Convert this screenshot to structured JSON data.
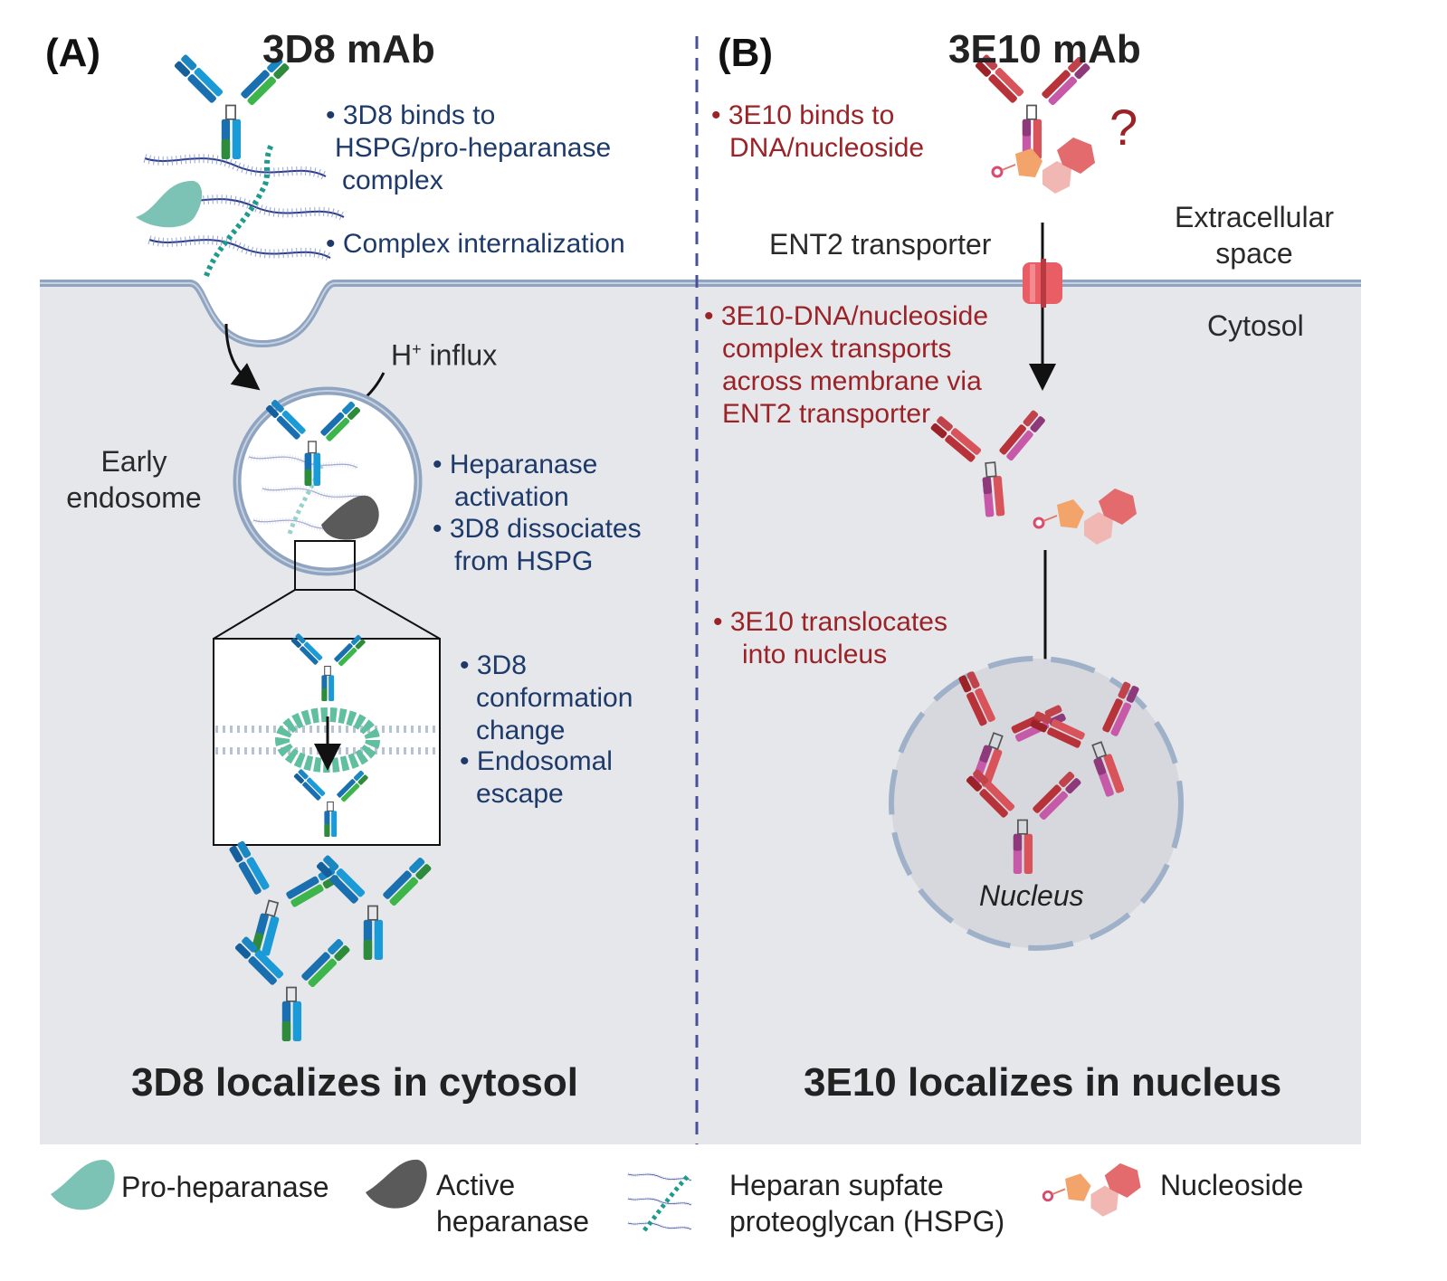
{
  "panel_a": {
    "label": "(A)",
    "title": "3D8 mAb",
    "bullets_top": [
      "3D8 binds to",
      "HSPG/pro-heparanase",
      "complex"
    ],
    "bullet_internalization": "Complex internalization",
    "h_influx": "H",
    "h_influx_sup": "+",
    "h_influx_rest": " influx",
    "early_endosome": [
      "Early",
      "endosome"
    ],
    "heparanase_activation": [
      "Heparanase",
      "activation"
    ],
    "dissociates": [
      "3D8 dissociates",
      "from HSPG"
    ],
    "conformation": [
      "3D8",
      "conformation",
      "change"
    ],
    "escape": [
      "Endosomal",
      "escape"
    ],
    "bottom_title": "3D8 localizes in cytosol"
  },
  "panel_b": {
    "label": "(B)",
    "title": "3E10 mAb",
    "binds": [
      "3E10 binds to",
      "DNA/nucleoside"
    ],
    "question": "?",
    "ent2": "ENT2 transporter",
    "extracellular": [
      "Extracellular",
      "space"
    ],
    "cytosol": "Cytosol",
    "transport": [
      "3E10-DNA/nucleoside",
      "complex transports",
      "across membrane via",
      "ENT2 transporter"
    ],
    "translocates": [
      "3E10 translocates",
      "into nucleus"
    ],
    "nucleus": "Nucleus",
    "bottom_title": "3E10 localizes in nucleus"
  },
  "legend": {
    "pro_heparanase": "Pro-heparanase",
    "active_heparanase": [
      "Active",
      "heparanase"
    ],
    "hspg": [
      "Heparan supfate",
      "proteoglycan (HSPG)"
    ],
    "nucleoside": "Nucleoside"
  },
  "colors": {
    "cytosol_bg": "#e6e7eb",
    "membrane": "#8fa4c0",
    "blue_text": "#1d3a6b",
    "red_text": "#9b2226",
    "divider": "#4a4f9a",
    "pro_heparanase": "#7cc2b5",
    "active_heparanase": "#5a5a5a"
  }
}
